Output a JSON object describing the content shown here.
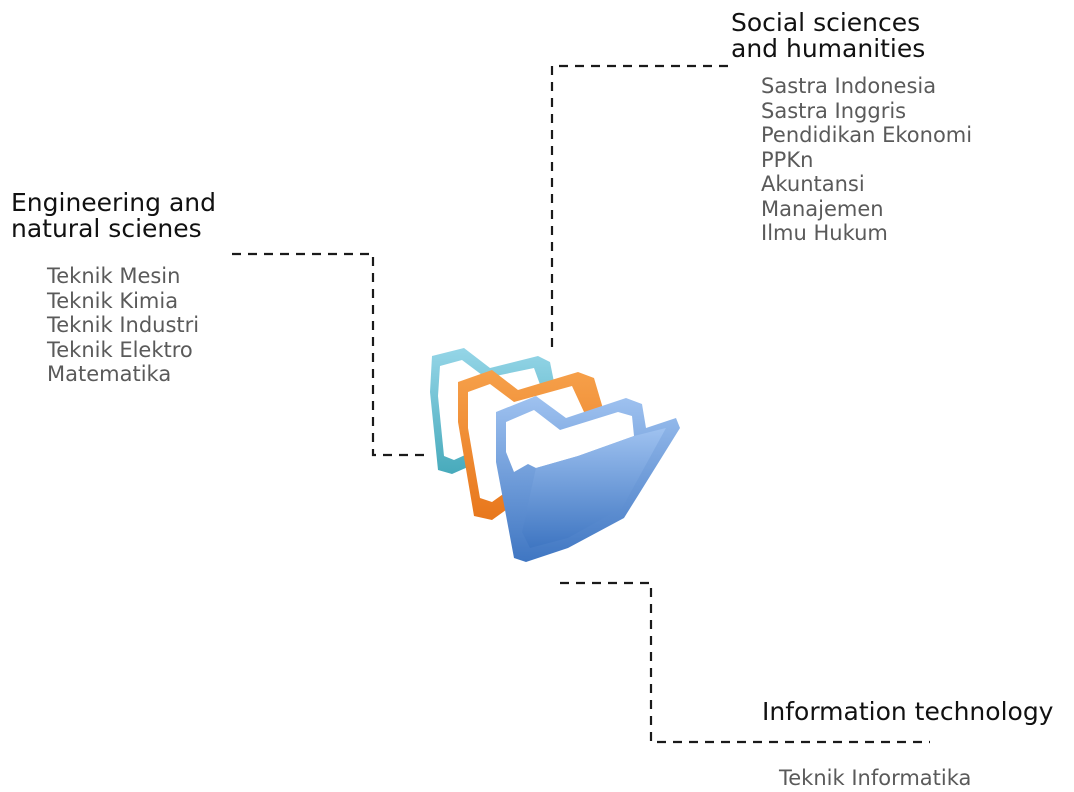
{
  "groups": {
    "engineering": {
      "title_lines": [
        "Engineering and",
        "natural scienes"
      ],
      "items": [
        "Teknik Mesin",
        "Teknik Kimia",
        "Teknik Industri",
        "Teknik Elektro",
        "Matematika"
      ]
    },
    "social": {
      "title_lines": [
        "Social sciences",
        "and humanities"
      ],
      "items": [
        "Sastra Indonesia",
        "Sastra Inggris",
        "Pendidikan Ekonomi",
        "PPKn",
        "Akuntansi",
        "Manajemen",
        "Ilmu Hukum"
      ]
    },
    "it": {
      "title_lines": [
        "Information technology"
      ],
      "items": [
        "Teknik Informatika"
      ]
    }
  },
  "colors": {
    "folder_back": "#6cc0d4",
    "folder_middle": "#f08a2a",
    "folder_front": "#6f9fe0",
    "connector": "#1a1a1a",
    "heading_text": "#111111",
    "item_text": "#5a5a5a"
  },
  "icons": {
    "center": "stacked-folders-icon"
  }
}
